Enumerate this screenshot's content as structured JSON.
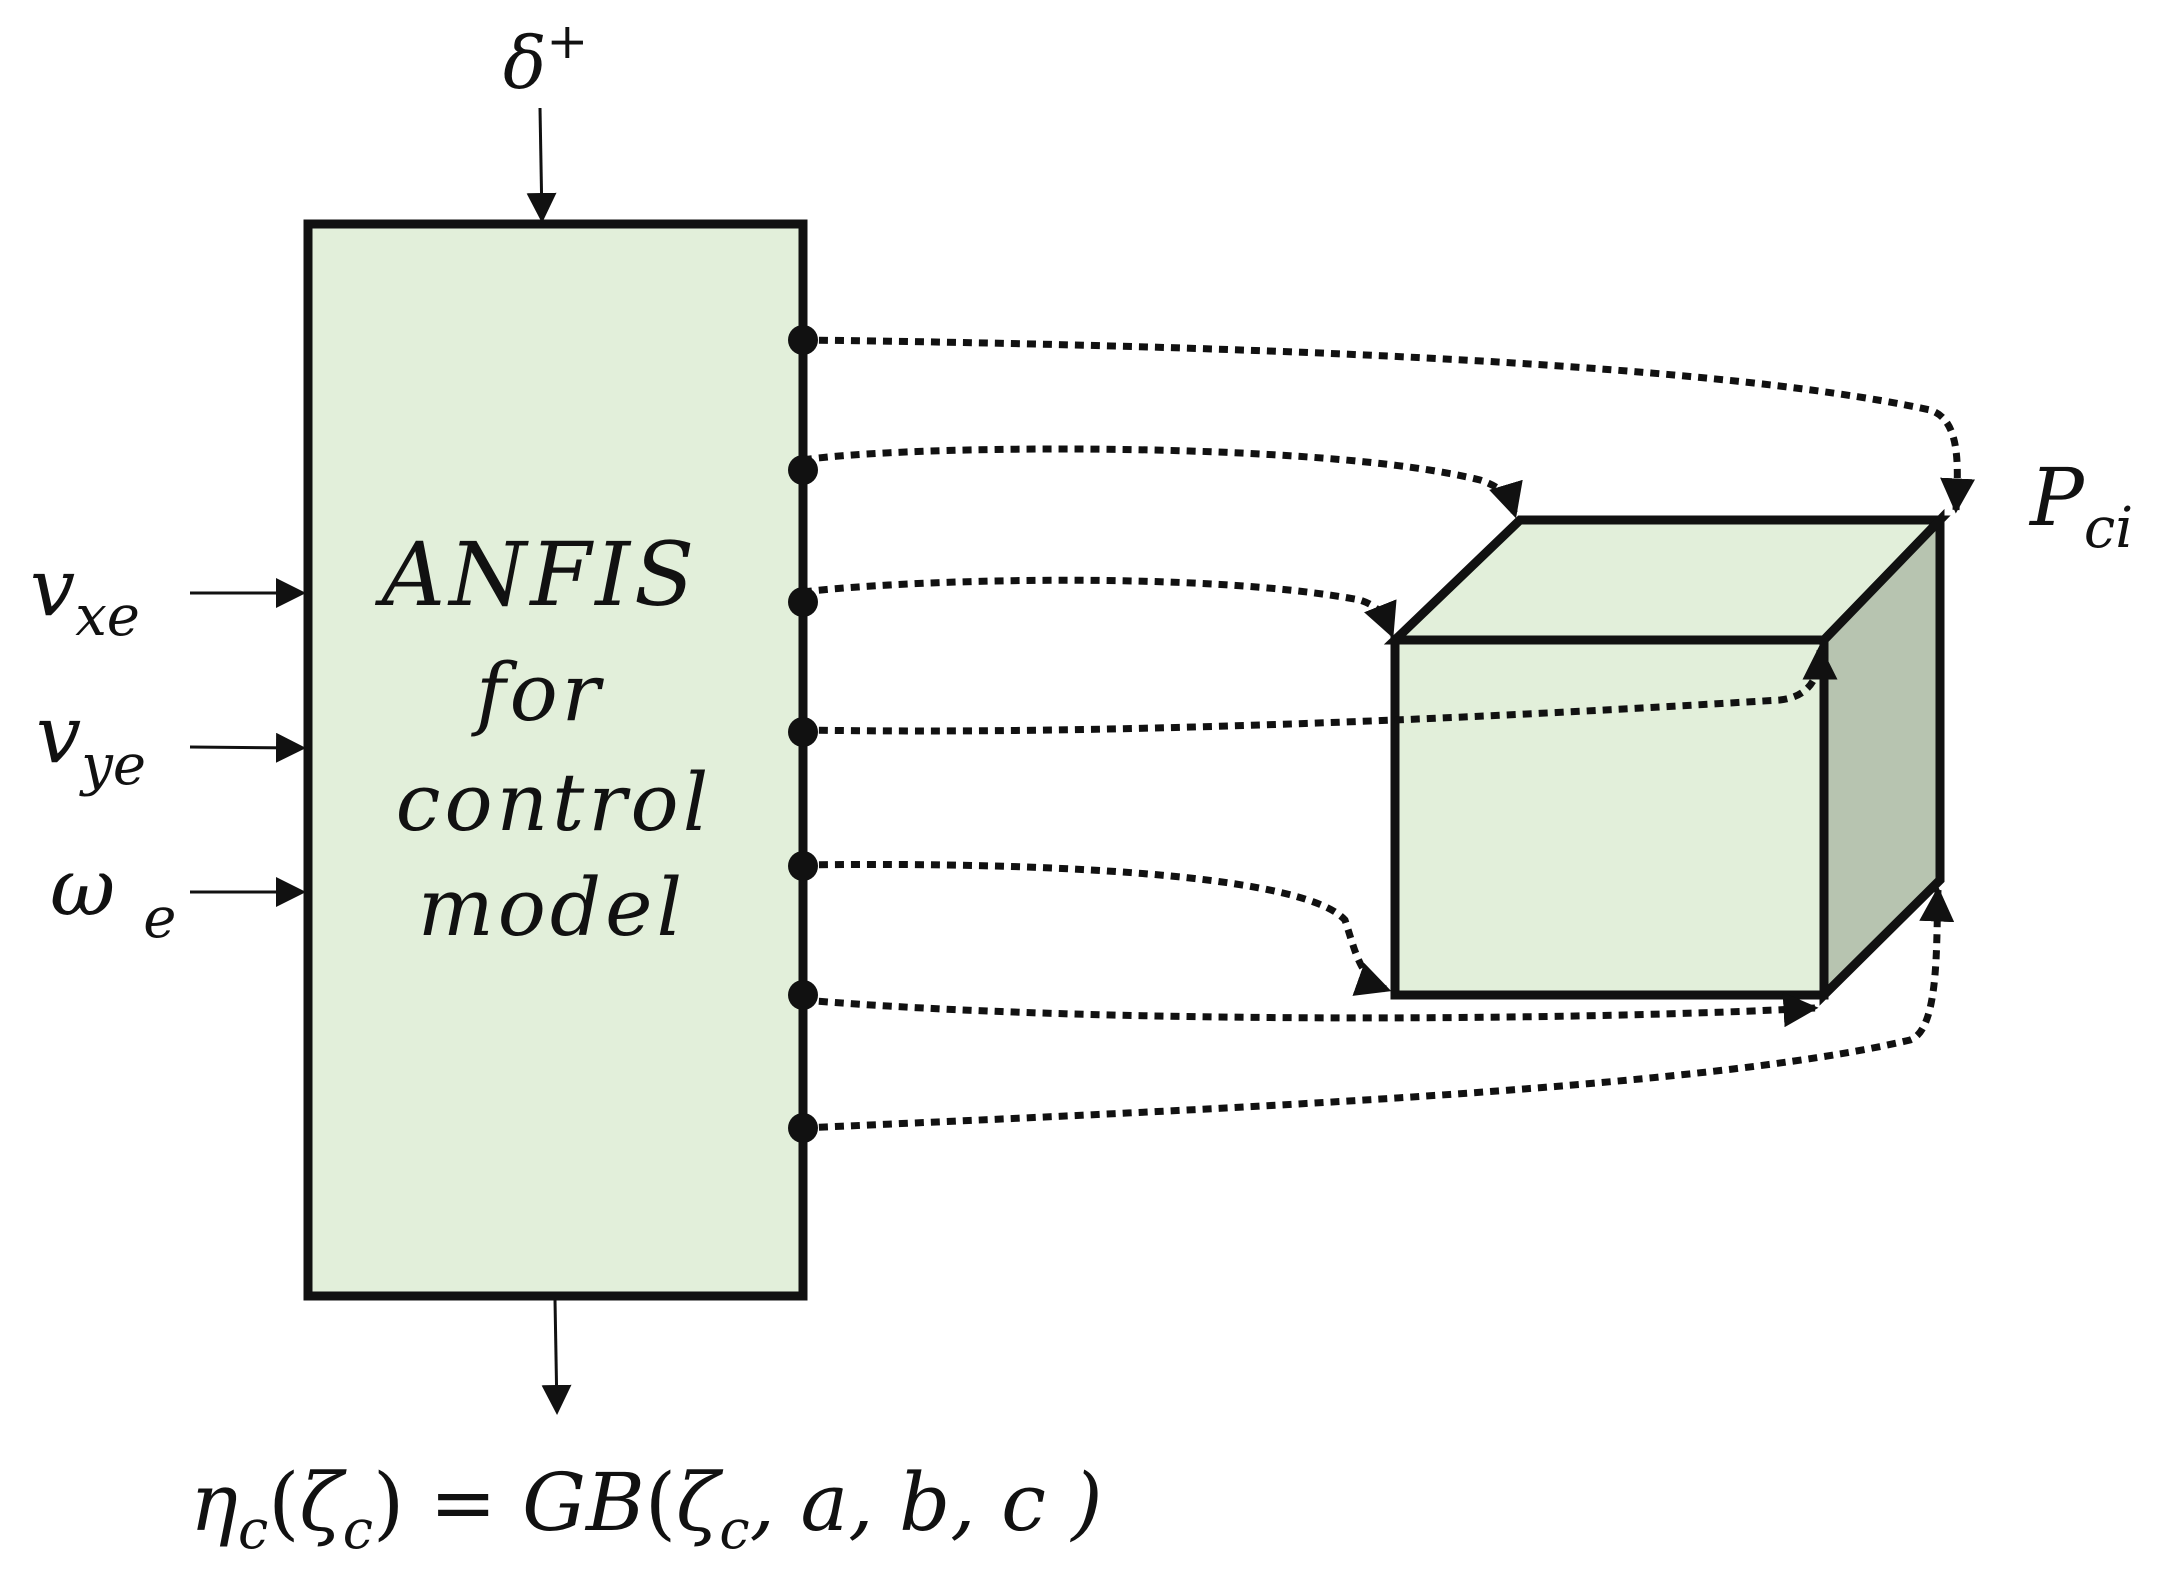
{
  "block": {
    "line1": "ANFIS",
    "line2": "for",
    "line3": "control",
    "line4": "model",
    "fill": "#e2efda",
    "stroke": "#111111"
  },
  "cube": {
    "front_fill": "#e2efda",
    "top_fill": "#e2efda",
    "side_fill": "#b7c4b0",
    "label_main": "P",
    "label_sub": "ci"
  },
  "inputs": {
    "top": {
      "main": "δ",
      "sup": "+"
    },
    "vxe": {
      "main": "v",
      "sub": "xe"
    },
    "vye": {
      "main": "v",
      "sub": "ye"
    },
    "omega": {
      "main": "ω",
      "sub": "e"
    }
  },
  "output": {
    "eta": "η",
    "eta_sub": "c",
    "open1": "(",
    "zeta": "ζ",
    "zeta_sub": "c",
    "close_eq": ") = ",
    "gb": "GB",
    "open2": "(",
    "zeta2": "ζ",
    "zeta2_sub": "c",
    "rest": ", a, b, c )"
  }
}
